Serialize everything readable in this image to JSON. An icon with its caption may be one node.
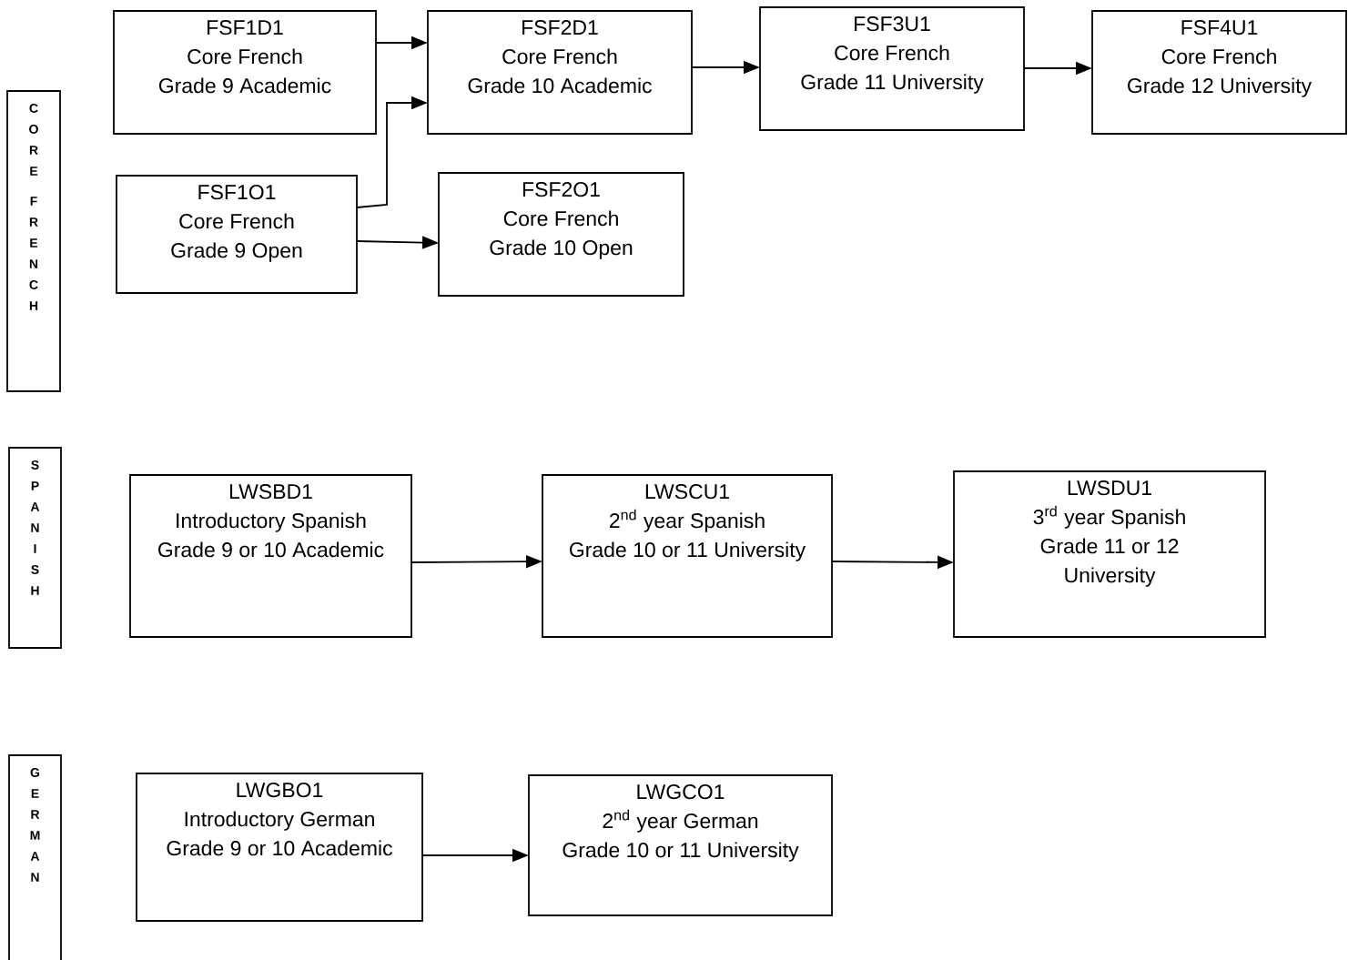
{
  "diagram": {
    "nodes": [
      {
        "text": [
          "CORE FRENCH"
        ]
      },
      {
        "text": [
          "FSF1D1",
          "Core French",
          "Grade 9 Academic"
        ]
      },
      {
        "text": [
          "FSF2D1",
          "Core French",
          "Grade 10 Academic"
        ]
      },
      {
        "text": [
          "FSF3U1",
          "Core French",
          "Grade 11 University"
        ]
      },
      {
        "text": [
          "FSF4U1",
          "Core French",
          "Grade 12 University"
        ]
      },
      {
        "text": [
          "FSF1O1",
          "Core French",
          "Grade 9 Open"
        ]
      },
      {
        "text": [
          "FSF2O1",
          "Core French",
          "Grade 10 Open"
        ]
      },
      {
        "text": [
          "SPANISH"
        ]
      },
      {
        "text": [
          "LWSBD1",
          "Introductory Spanish",
          "Grade 9 or 10 Academic"
        ]
      },
      {
        "text": [
          "LWSCU1",
          "2$^{nd}$ year Spanish",
          "Grade 10 or 11 University"
        ]
      },
      {
        "text": [
          "LWSDU1",
          "3$^{rd}$ year Spanish",
          "Grade 11 or 12 University"
        ]
      },
      {
        "text": [
          "GERMAN"
        ]
      },
      {
        "text": [
          "LWGBO1",
          "Introductory German",
          "Grade 9 or 10 Academic"
        ]
      },
      {
        "text": [
          "LWGCO1",
          "2$^{nd}$ year German",
          "Grade 10 or 11 University"
        ]
      }
    ],
    "edges": [
      {
        "from": 1,
        "to": 2,
        "arrow": "to"
      },
      {
        "from": 5,
        "to": 2,
        "arrow": "to"
      },
      {
        "from": 5,
        "to": 6,
        "arrow": "to"
      },
      {
        "from": 2,
        "to": 3,
        "arrow": "to"
      },
      {
        "from": 3,
        "to": 4,
        "arrow": "to"
      },
      {
        "from": 8,
        "to": 9,
        "arrow": "to"
      },
      {
        "from": 9,
        "to": 10,
        "arrow": "to"
      },
      {
        "from": 12,
        "to": 13,
        "arrow": "to"
      }
    ]
  }
}
